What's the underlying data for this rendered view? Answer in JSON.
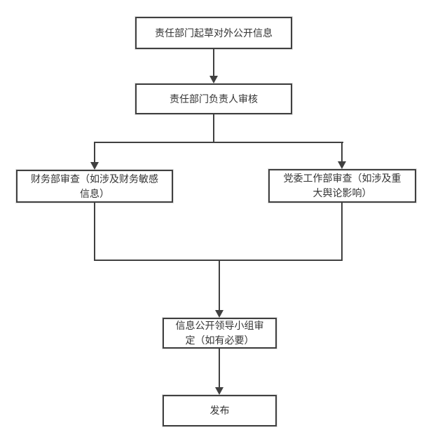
{
  "diagram": {
    "type": "flowchart",
    "background": "#ffffff",
    "line_color": "#404040",
    "text_color": "#333333",
    "nodes": [
      {
        "id": "draft",
        "label": "责任部门起草对外公开信息"
      },
      {
        "id": "dept-head-review",
        "label": "责任部门负责人审核"
      },
      {
        "id": "finance-review",
        "label": "财务部审查（如涉及财务敏感信息）"
      },
      {
        "id": "party-work-review",
        "label": "党委工作部审查（如涉及重大舆论影响）"
      },
      {
        "id": "leading-group-approval",
        "label": "信息公开领导小组审定（如有必要）"
      },
      {
        "id": "publish",
        "label": "发布"
      }
    ],
    "edges": [
      {
        "from": "draft",
        "to": "dept-head-review"
      },
      {
        "from": "dept-head-review",
        "to": "finance-review"
      },
      {
        "from": "dept-head-review",
        "to": "party-work-review"
      },
      {
        "from": "finance-review",
        "to": "leading-group-approval"
      },
      {
        "from": "party-work-review",
        "to": "leading-group-approval"
      },
      {
        "from": "leading-group-approval",
        "to": "publish"
      }
    ]
  }
}
